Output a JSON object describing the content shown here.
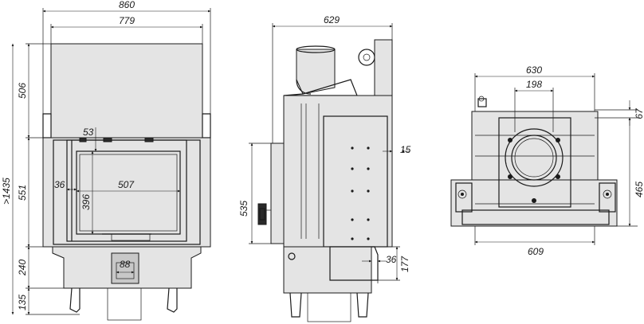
{
  "drawing": {
    "front_view": {
      "dims": {
        "overall_width": "860",
        "inner_width": "779",
        "height_total": ">1435",
        "height_upper": "506",
        "height_mid": "551",
        "height_lower": "240",
        "height_legs": "135",
        "glass_top": "53",
        "glass_side": "36",
        "glass_width": "507",
        "glass_height": "396",
        "air_inlet": "88"
      }
    },
    "side_view": {
      "dims": {
        "depth": "629",
        "door_height": "535",
        "flange": "15",
        "rear_offset": "36",
        "rear_height": "177"
      }
    },
    "top_view": {
      "dims": {
        "width": "630",
        "flue_diameter": "198",
        "front_offset": "67",
        "depth": "465",
        "rear_width": "609"
      }
    }
  },
  "colors": {
    "line": "#1a1a1a",
    "panel": "#e4e4e4",
    "shade": "#c8c8c8"
  }
}
